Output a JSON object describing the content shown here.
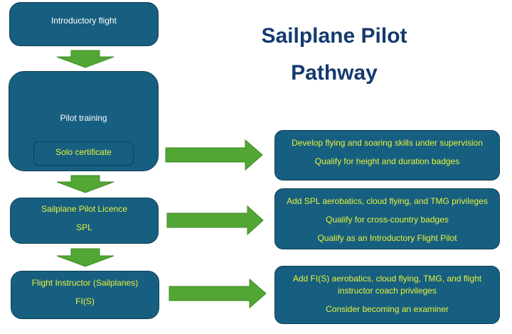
{
  "title": {
    "line1": "Sailplane Pilot",
    "line2": "Pathway"
  },
  "colors": {
    "box_fill": "#175f80",
    "arrow_fill": "#52a634",
    "title": "#143a6e",
    "highlight_text": "#e6f23a"
  },
  "stages": [
    {
      "id": "introductory-flight",
      "lines": [
        "Introductory flight"
      ]
    },
    {
      "id": "pilot-training",
      "lines": [
        "Pilot training"
      ],
      "sub": "Solo certificate"
    },
    {
      "id": "spl",
      "lines": [
        "Sailplane Pilot Licence",
        "SPL"
      ]
    },
    {
      "id": "fis",
      "lines": [
        "Flight Instructor (Sailplanes)",
        "FI(S)"
      ]
    }
  ],
  "outcomes": [
    {
      "lines": [
        "Develop flying and soaring skills under supervision",
        "Qualify for height and duration badges"
      ]
    },
    {
      "lines": [
        "Add SPL aerobatics, cloud flying, and TMG privileges",
        "Qualify for cross-country badges",
        "Qualify as an Introductory Flight Pilot"
      ]
    },
    {
      "lines": [
        "Add FI(S) aerobatics, cloud flying, TMG, and flight",
        "instructor coach privileges",
        "Consider becoming an examiner"
      ]
    }
  ]
}
